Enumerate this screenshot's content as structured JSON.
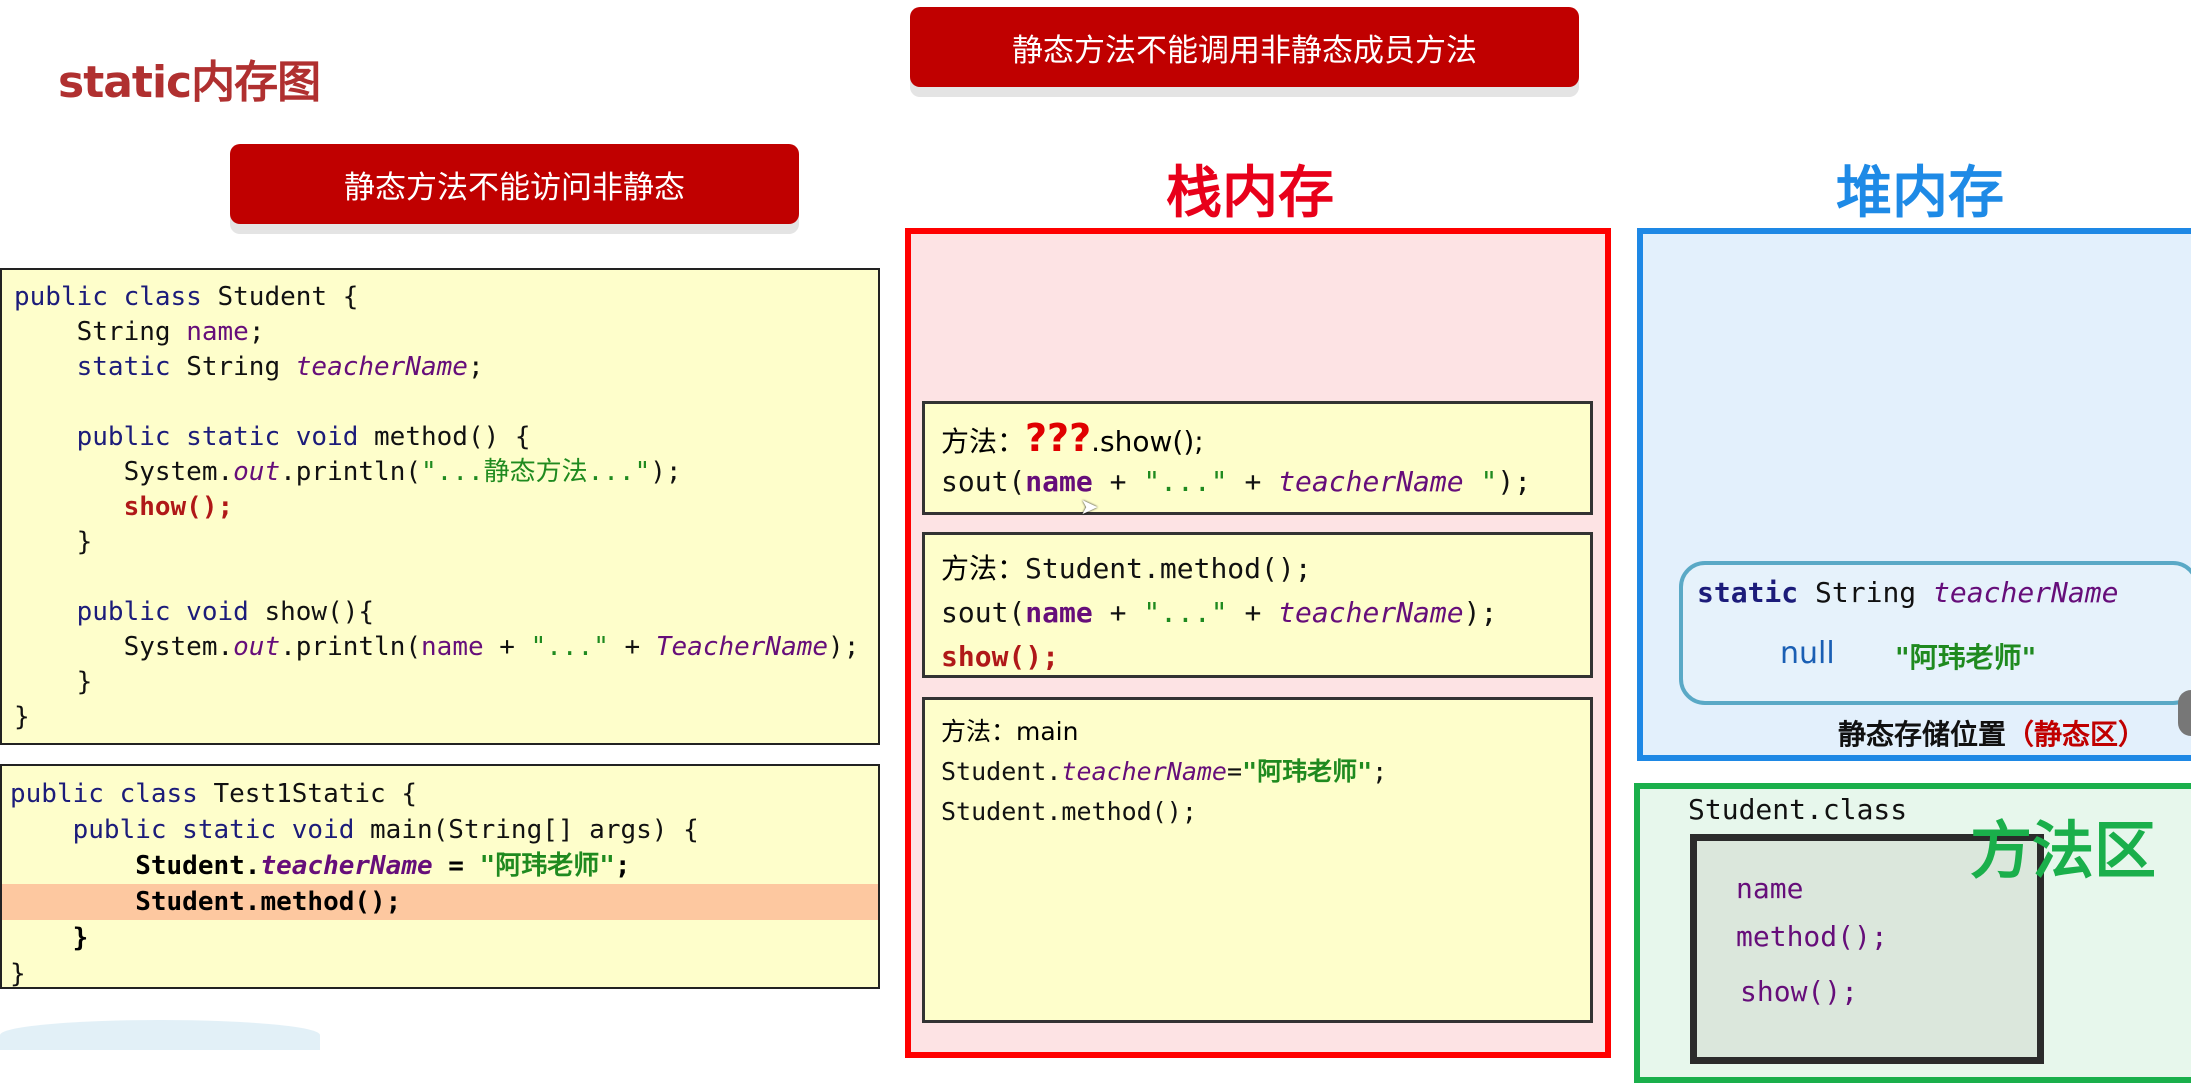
{
  "title": "static内存图",
  "banners": {
    "top": "静态方法不能调用非静态成员方法",
    "left": "静态方法不能访问非静态"
  },
  "code_student": [
    [
      [
        "public class ",
        "k"
      ],
      [
        "Student {",
        "p"
      ]
    ],
    [
      [
        "    String ",
        "p"
      ],
      [
        "name",
        "f"
      ],
      [
        ";",
        "p"
      ]
    ],
    [
      [
        "    static ",
        "k"
      ],
      [
        "String ",
        "p"
      ],
      [
        "teacherName",
        "fi"
      ],
      [
        ";",
        "p"
      ]
    ],
    [],
    [
      [
        "    public static void ",
        "k"
      ],
      [
        "method() {",
        "p"
      ]
    ],
    [
      [
        "       System.",
        "p"
      ],
      [
        "out",
        "fi"
      ],
      [
        ".println(",
        "p"
      ],
      [
        "\"...静态方法...\"",
        "s"
      ],
      [
        ");",
        "p"
      ]
    ],
    [
      [
        "       show();",
        "r"
      ]
    ],
    [
      [
        "    }",
        "p"
      ]
    ],
    [],
    [
      [
        "    public void ",
        "k"
      ],
      [
        "show(){",
        "p"
      ]
    ],
    [
      [
        "       System.",
        "p"
      ],
      [
        "out",
        "fi"
      ],
      [
        ".println(",
        "p"
      ],
      [
        "name",
        "f"
      ],
      [
        " + ",
        "p"
      ],
      [
        "\"...\"",
        "s"
      ],
      [
        " + ",
        "p"
      ],
      [
        "TeacherName",
        "fi"
      ],
      [
        ");",
        "p"
      ]
    ],
    [
      [
        "    }",
        "p"
      ]
    ],
    [
      [
        "}",
        "p"
      ]
    ]
  ],
  "code_test": [
    [
      [
        "public class ",
        "k"
      ],
      [
        "Test1Static {",
        "p"
      ]
    ],
    [
      [
        "    public static void ",
        "k"
      ],
      [
        "main(String[] args) {",
        "p"
      ]
    ],
    [
      [
        "        Student.",
        "b"
      ],
      [
        "teacherName",
        "fib"
      ],
      [
        " = ",
        "b"
      ],
      [
        "\"阿玮老师\"",
        "sb"
      ],
      [
        ";",
        "b"
      ]
    ],
    [
      [
        "        Student.method();",
        "b"
      ]
    ],
    [
      [
        "    }",
        "b"
      ]
    ],
    [
      [
        "}",
        "p"
      ]
    ]
  ],
  "code_test_highlight_line": 3,
  "stack": {
    "label": "栈内存",
    "frames": [
      [
        [
          [
            "方法：",
            "sans"
          ],
          [
            "???",
            "q"
          ],
          [
            ".show();",
            "sans"
          ]
        ],
        [
          [
            "sout(",
            "p"
          ],
          [
            "name",
            "fb"
          ],
          [
            " + ",
            "p"
          ],
          [
            "\"...\"",
            "s"
          ],
          [
            " + ",
            "p"
          ],
          [
            "teacherName",
            "fi"
          ],
          [
            " \"",
            "s"
          ],
          [
            ");",
            "p"
          ]
        ]
      ],
      [
        [
          [
            "方法：",
            "sans"
          ],
          [
            "Student.method();",
            "p"
          ]
        ],
        [
          [
            "sout(",
            "p"
          ],
          [
            "name",
            "fb"
          ],
          [
            " + ",
            "p"
          ],
          [
            "\"...\"",
            "s"
          ],
          [
            " + ",
            "p"
          ],
          [
            "teacherName",
            "fi"
          ],
          [
            ");",
            "p"
          ]
        ],
        [
          [
            "show();",
            "r"
          ]
        ]
      ],
      [
        [
          [
            "方法：main",
            "sans"
          ]
        ],
        [
          [
            "Student.",
            "p"
          ],
          [
            "teacherName",
            "fi"
          ],
          [
            "=",
            "p"
          ],
          [
            "\"阿玮老师\"",
            "sb"
          ],
          [
            ";",
            "p"
          ]
        ],
        [
          [
            "Student.method();",
            "p"
          ]
        ]
      ]
    ]
  },
  "heap": {
    "label": "堆内存",
    "static_keyword": "static",
    "static_type": "String",
    "static_field": "teacherName",
    "old_value": "null",
    "new_value": "\"阿玮老师\"",
    "caption": "静态存储位置",
    "caption_highlight": "（静态区）"
  },
  "method_area": {
    "label": "方法区",
    "class_name": "Student.class",
    "members": [
      "name",
      "method();",
      "show();"
    ]
  },
  "colors": {
    "stack": "#ff0000",
    "heap": "#1e88e5",
    "method_area": "#1aaf4b",
    "banner": "#c00000",
    "highlight": "#fdc8a0"
  }
}
